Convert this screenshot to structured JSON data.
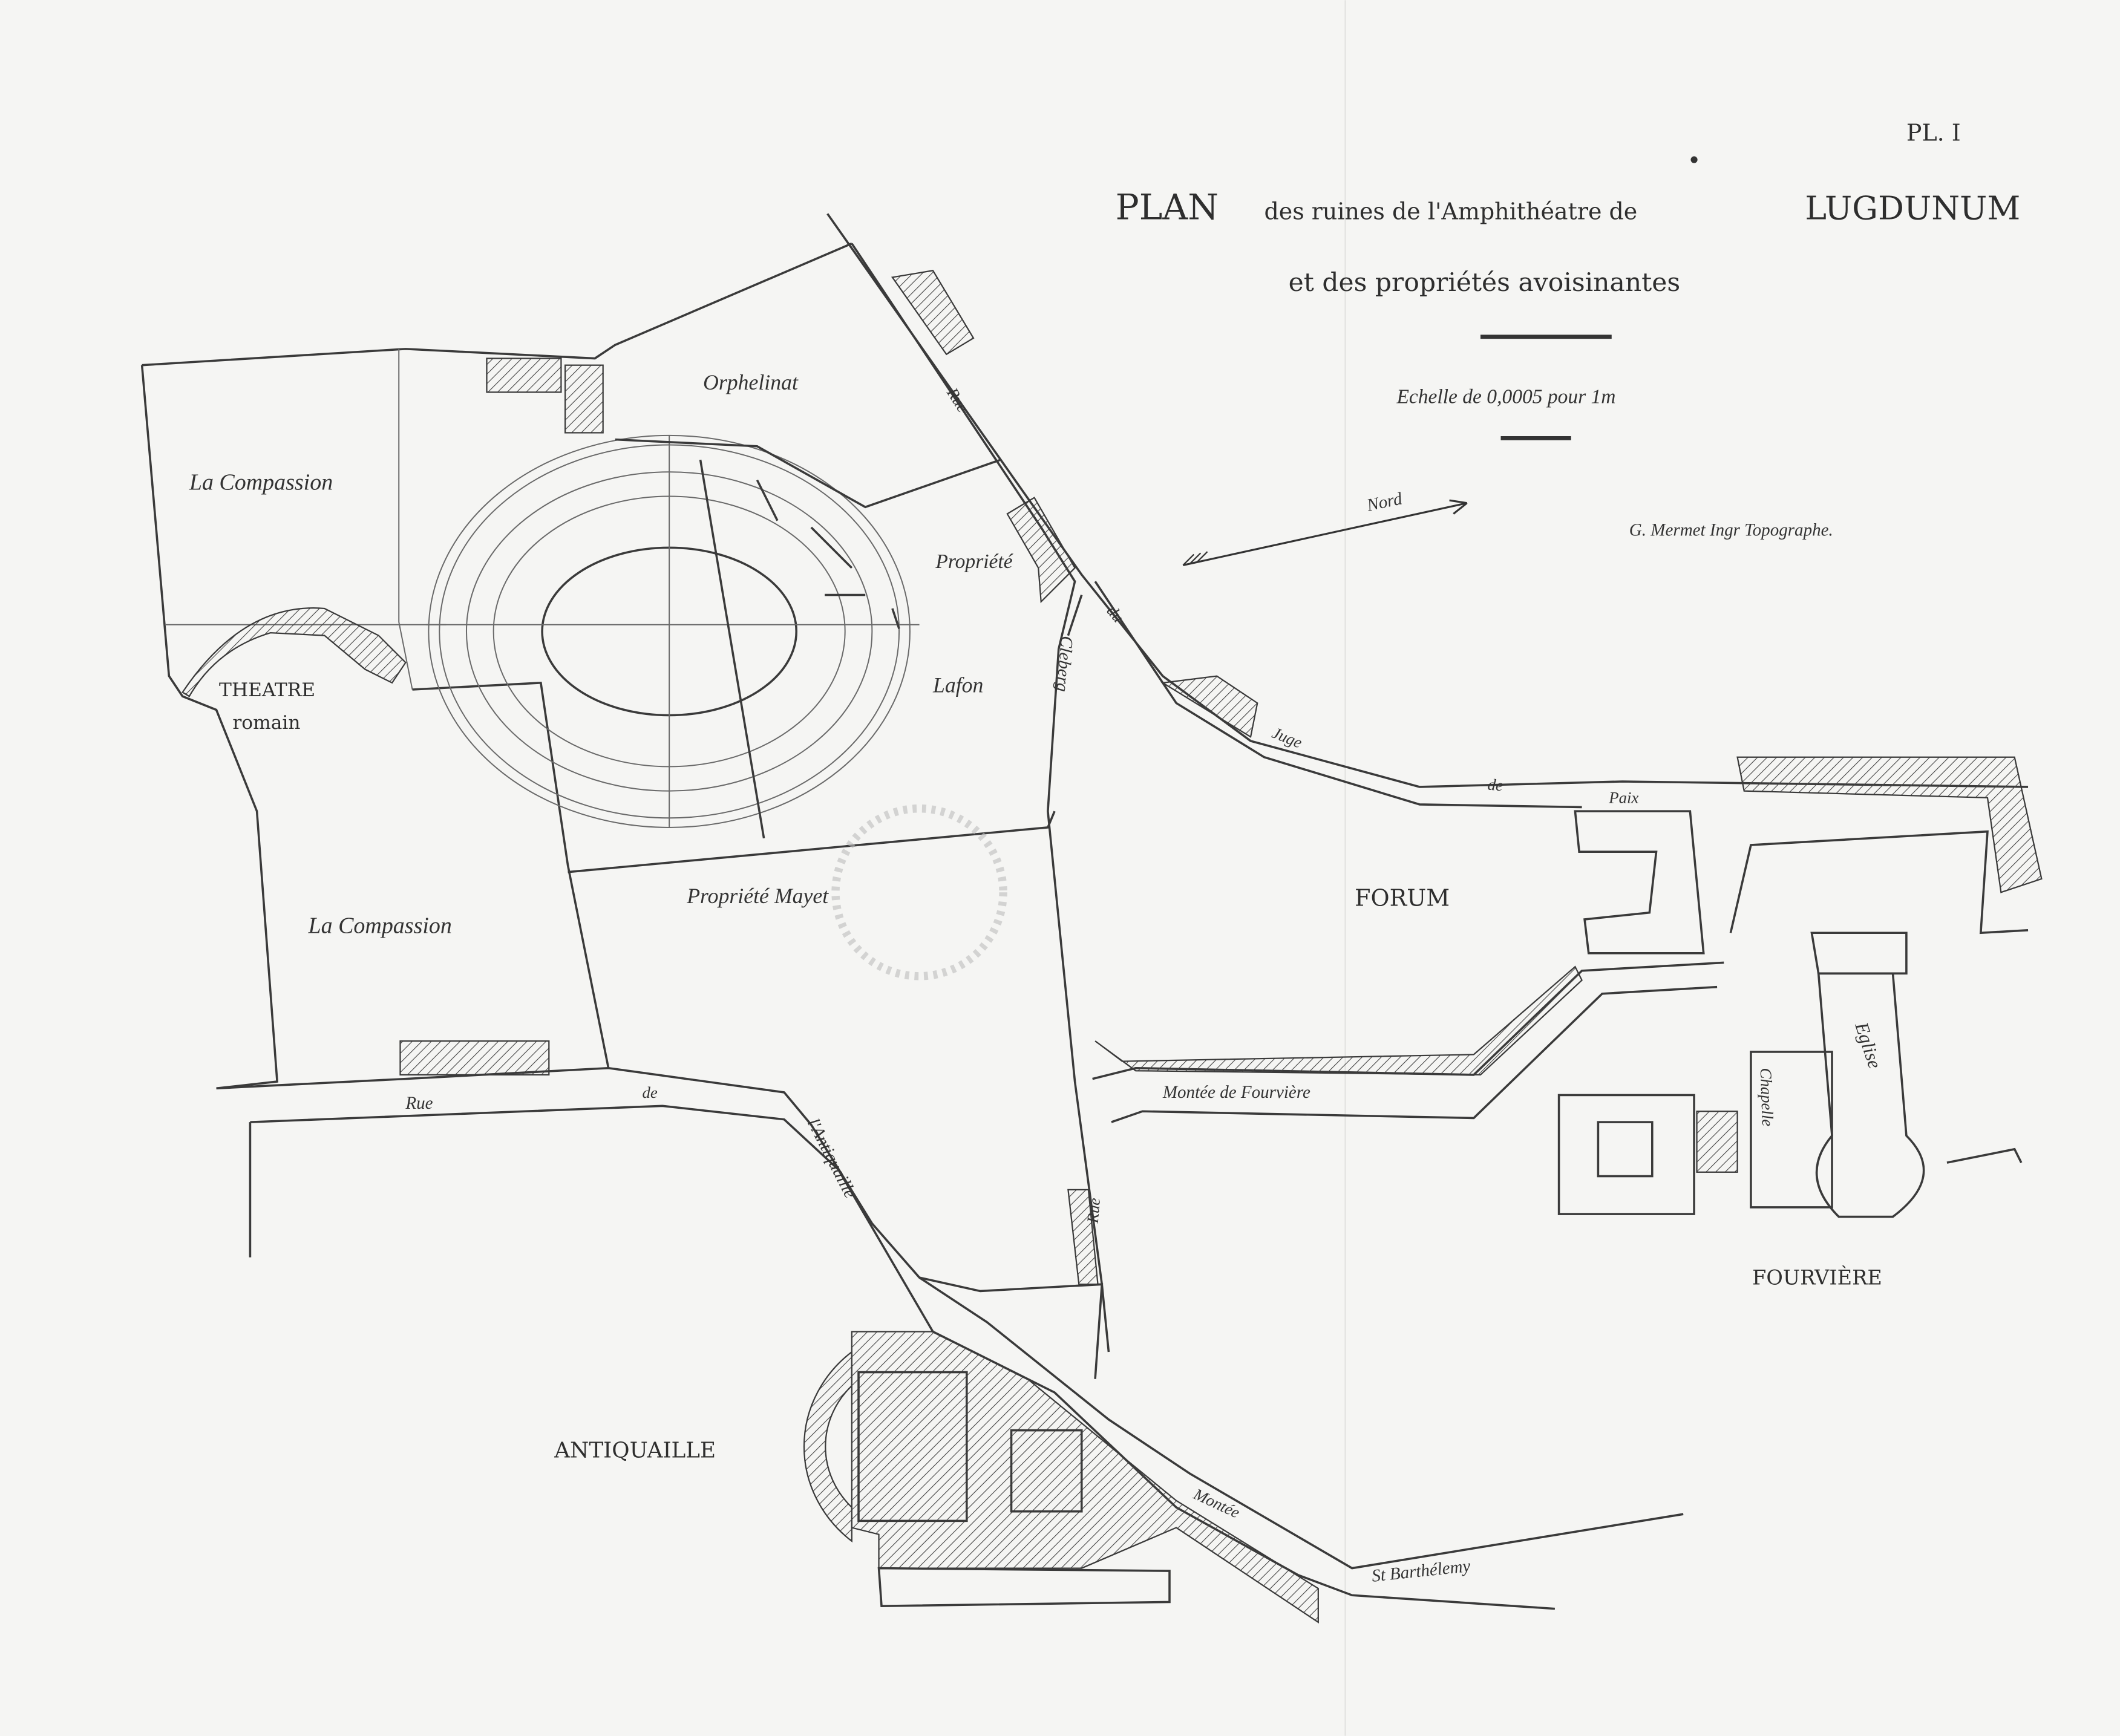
{
  "plate": "PL. I",
  "title": {
    "line1_caps": "PLAN",
    "line1_rest": "des ruines de l'Amphithéatre de",
    "line1_city": "LUGDUNUM",
    "line2": "et des propriétés avoisinantes",
    "scale": "Echelle de 0,0005 pour 1m",
    "author": "G. Mermet Ingr Topographe."
  },
  "north_arrow": {
    "label": "Nord"
  },
  "areas": {
    "compassion_top": "La Compassion",
    "compassion_bottom": "La Compassion",
    "theatre_1": "THEATRE",
    "theatre_2": "romain",
    "orphelinat": "Orphelinat",
    "propriete_lafon_1": "Propriété",
    "propriete_lafon_2": "Lafon",
    "propriete_mayet": "Propriété Mayet",
    "forum": "FORUM",
    "eglise": "Eglise",
    "chapelle": "Chapelle",
    "fourviere": "FOURVIÈRE",
    "antiquaille": "ANTIQUAILLE"
  },
  "streets": {
    "cleberg_rue": "Rue",
    "cleberg_name": "Cleberg",
    "juge_du": "du",
    "juge_name": "Juge",
    "juge_de": "de",
    "juge_paix": "Paix",
    "antiquaille_rue": "Rue",
    "antiquaille_de": "de",
    "antiquaille_name": "l'Antiquaille",
    "montee_fourviere": "Montée de Fourvière",
    "rue_vertical": "Rue",
    "montee_st_1": "Montée",
    "montee_st_2": "St Barthélemy"
  },
  "colors": {
    "ink": "#3a3a3a",
    "paper": "#f5f5f3"
  }
}
